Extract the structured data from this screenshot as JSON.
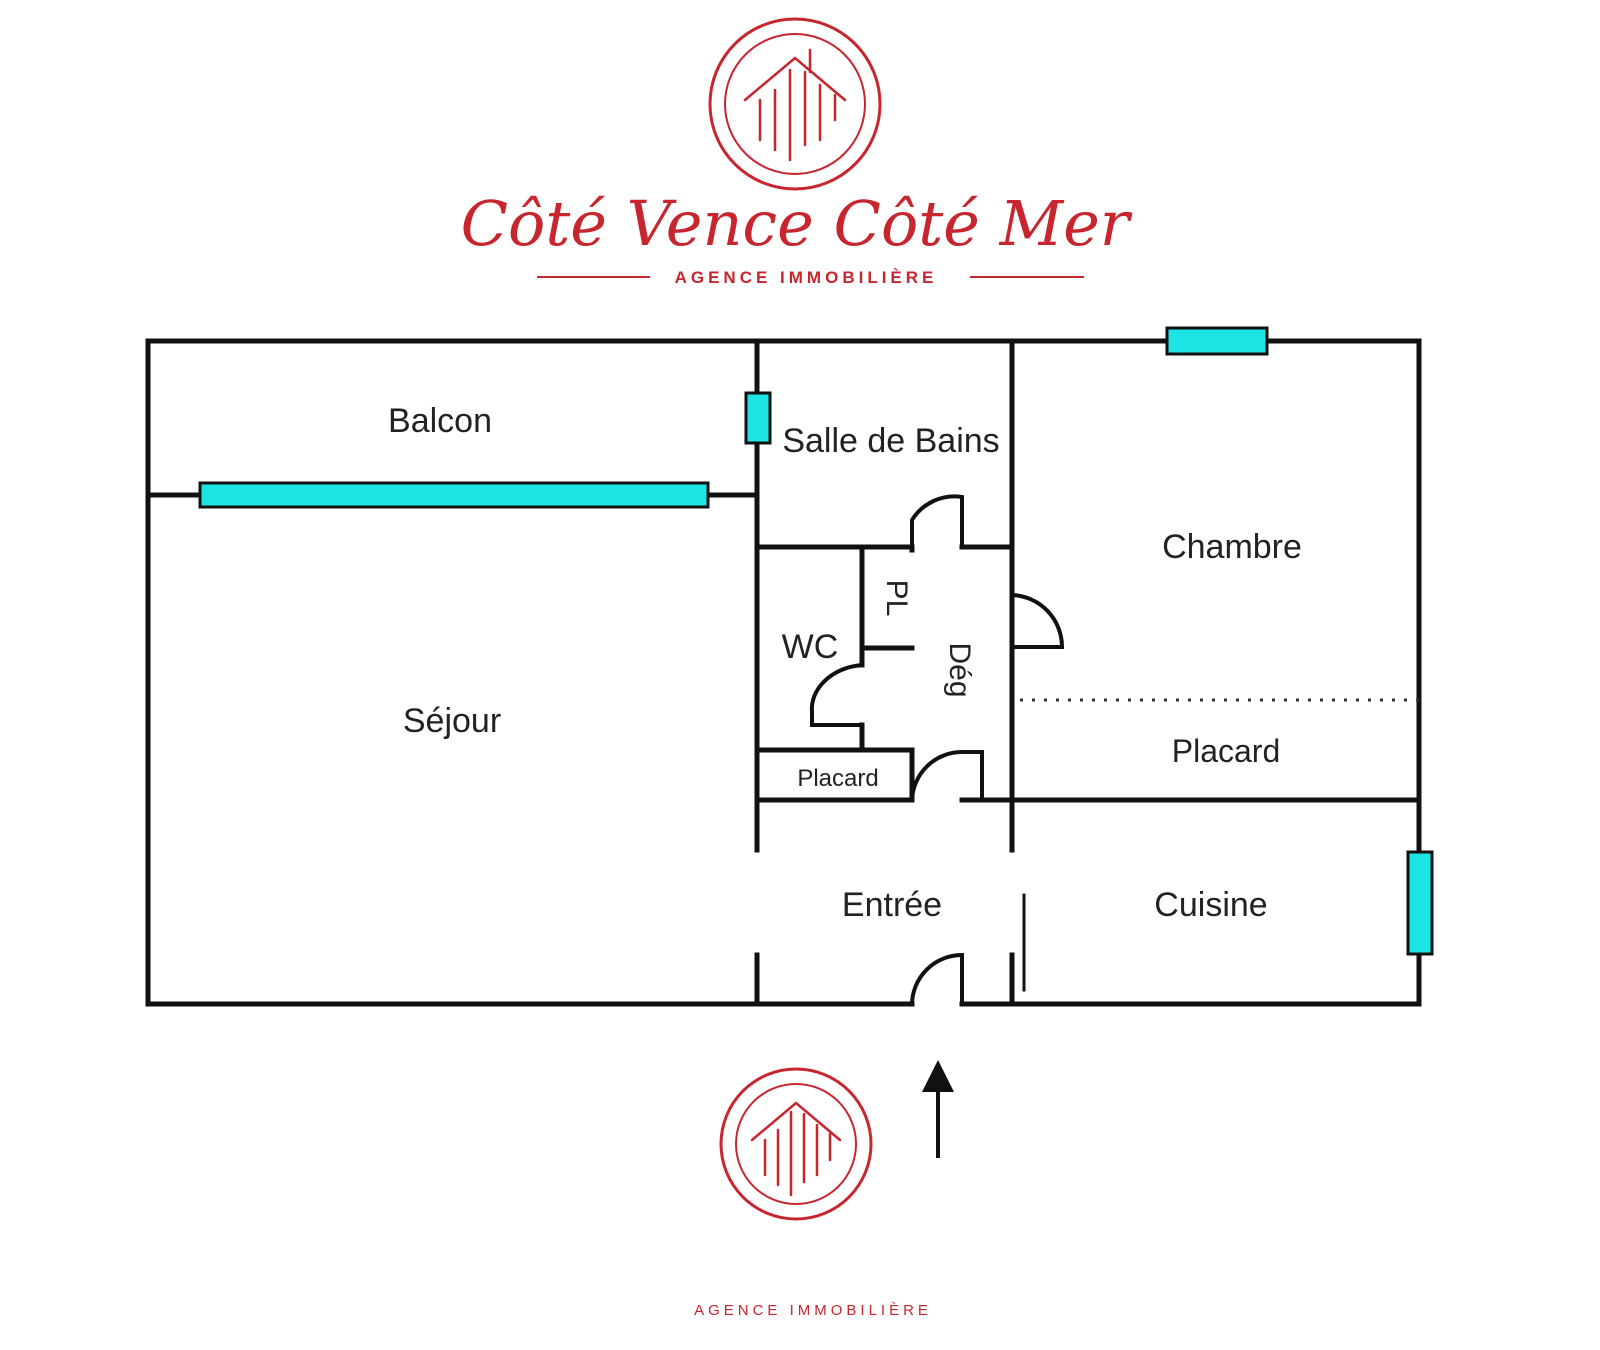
{
  "brand": {
    "name": "Côté Vence Côté Mer",
    "tagline": "AGENCE IMMOBILIÈRE",
    "color": "#c8262e",
    "logo_icon": "house-lines-logo"
  },
  "footer": {
    "tagline": "AGENCE IMMOBILIÈRE"
  },
  "plan": {
    "wall_color": "#111111",
    "window_color": "#1ee5e5",
    "rooms": {
      "balcon": "Balcon",
      "salle_de_bains": "Salle de Bains",
      "chambre": "Chambre",
      "pl": "PL",
      "wc": "WC",
      "deg": "Dég",
      "sejour": "Séjour",
      "placard_small": "Placard",
      "placard_chambre": "Placard",
      "entree": "Entrée",
      "cuisine": "Cuisine"
    },
    "entrance_icon": "arrow-up-icon"
  }
}
